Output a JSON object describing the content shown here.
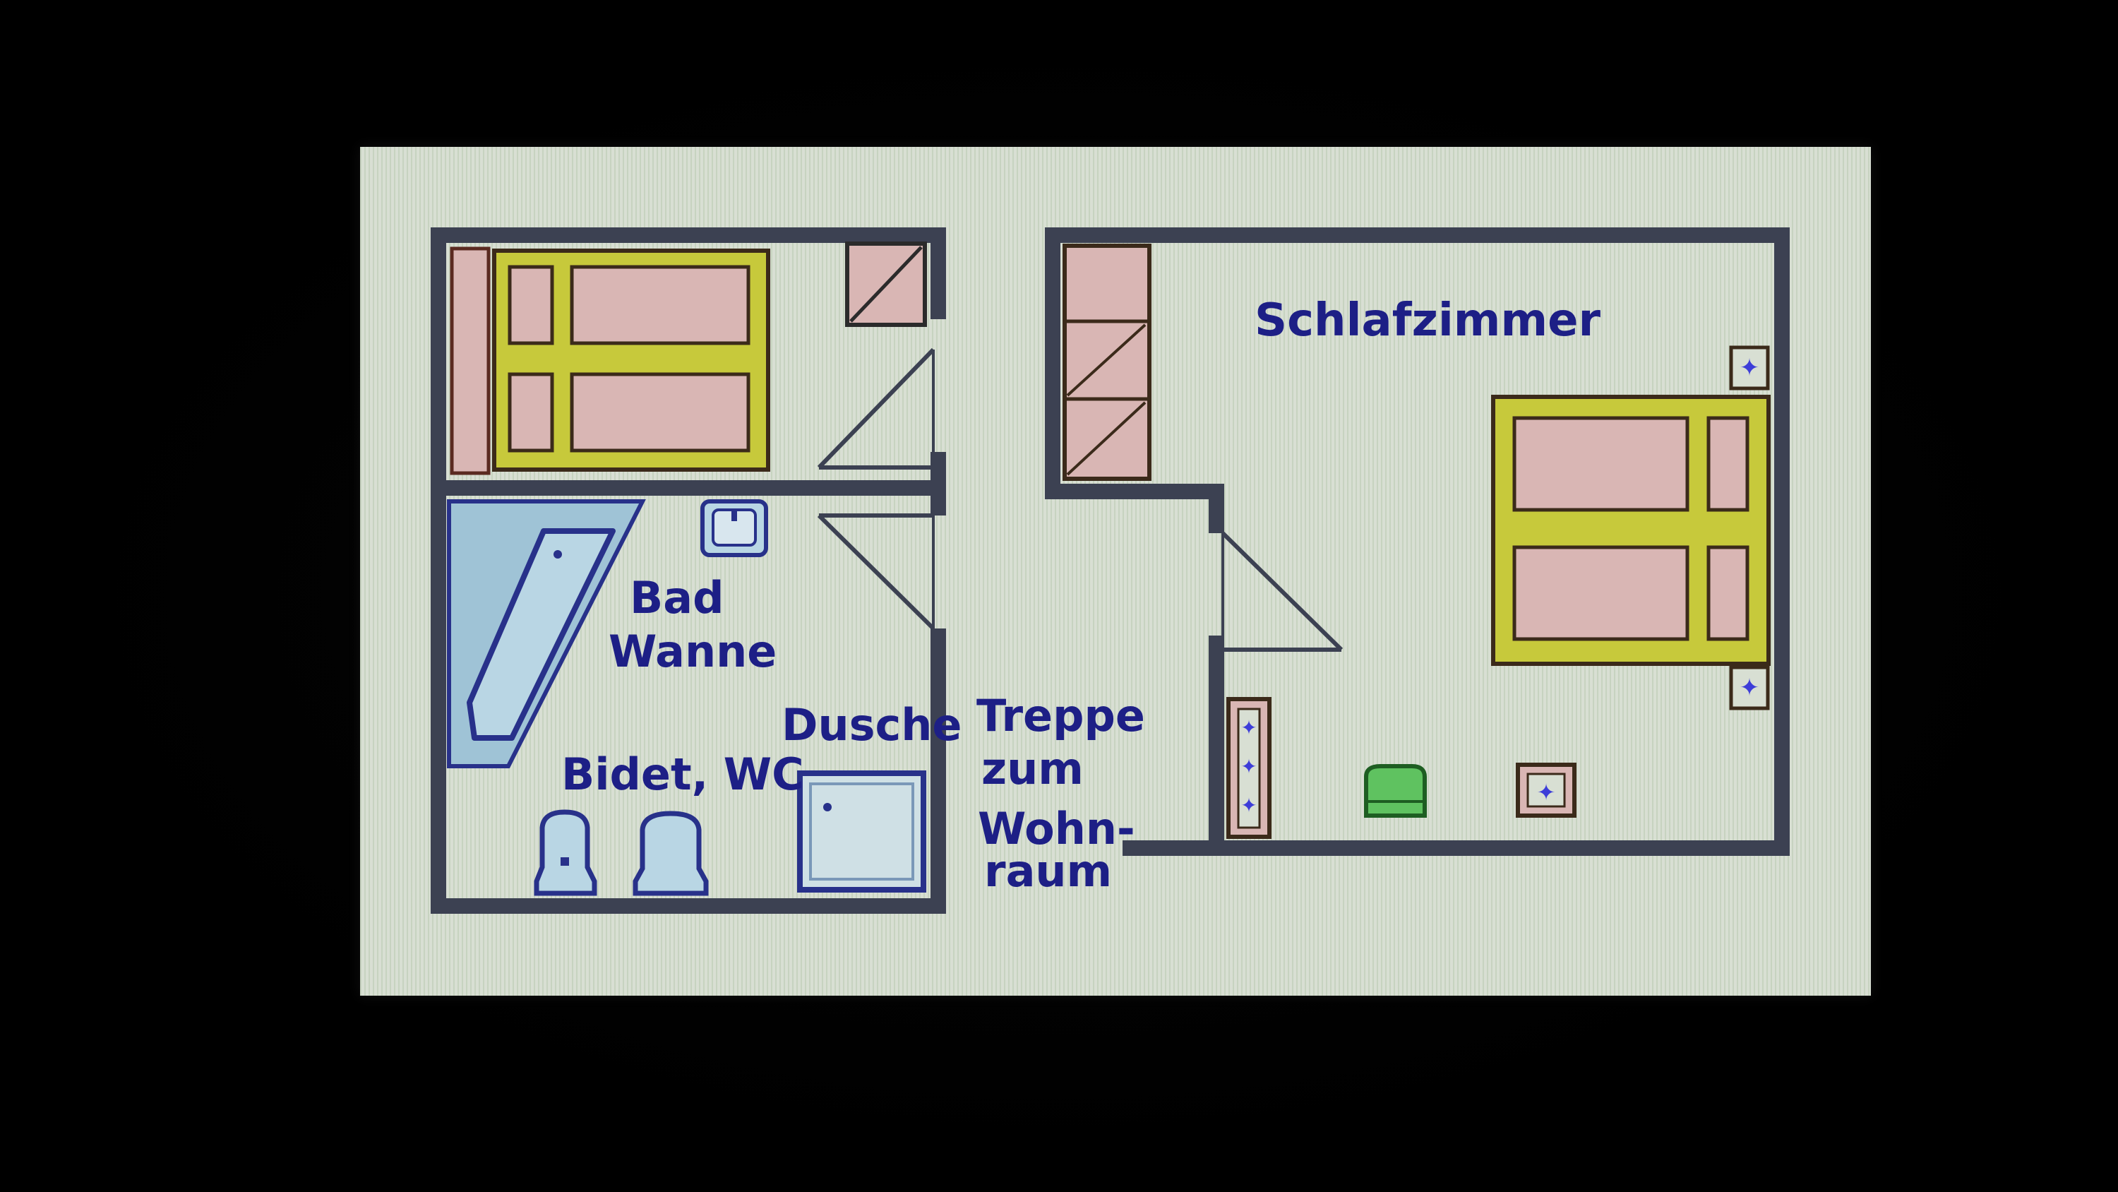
{
  "labels": {
    "bedroom": "Schlafzimmer",
    "bath_line1": "Bad",
    "bath_line2": "Wanne",
    "shower": "Dusche",
    "bidet_wc": "Bidet, WC",
    "stairs_line1": "Treppe",
    "stairs_line2": "zum",
    "stairs_line3": "Wohn-",
    "stairs_line4": "raum"
  },
  "colors": {
    "screen_background": "#000000",
    "plan_background": "#d8dfd3",
    "wall": "#3c4152",
    "text": "#1d1f86",
    "bed_frame": "#c7c93b",
    "bed_mattress": "#d9b6b4",
    "cabinet": "#d9b6b4",
    "bathtub": "#9fc3d6",
    "fixture_outline": "#28318a",
    "chair": "#5fc260",
    "lamp": "#3d3dd8"
  },
  "icons": [
    "bed-icon",
    "bathtub-icon",
    "sink-icon",
    "toilet-icon",
    "bidet-icon",
    "shower-tray-icon",
    "wardrobe-icon",
    "nightstand-icon",
    "chair-icon",
    "door-swing-icon"
  ]
}
